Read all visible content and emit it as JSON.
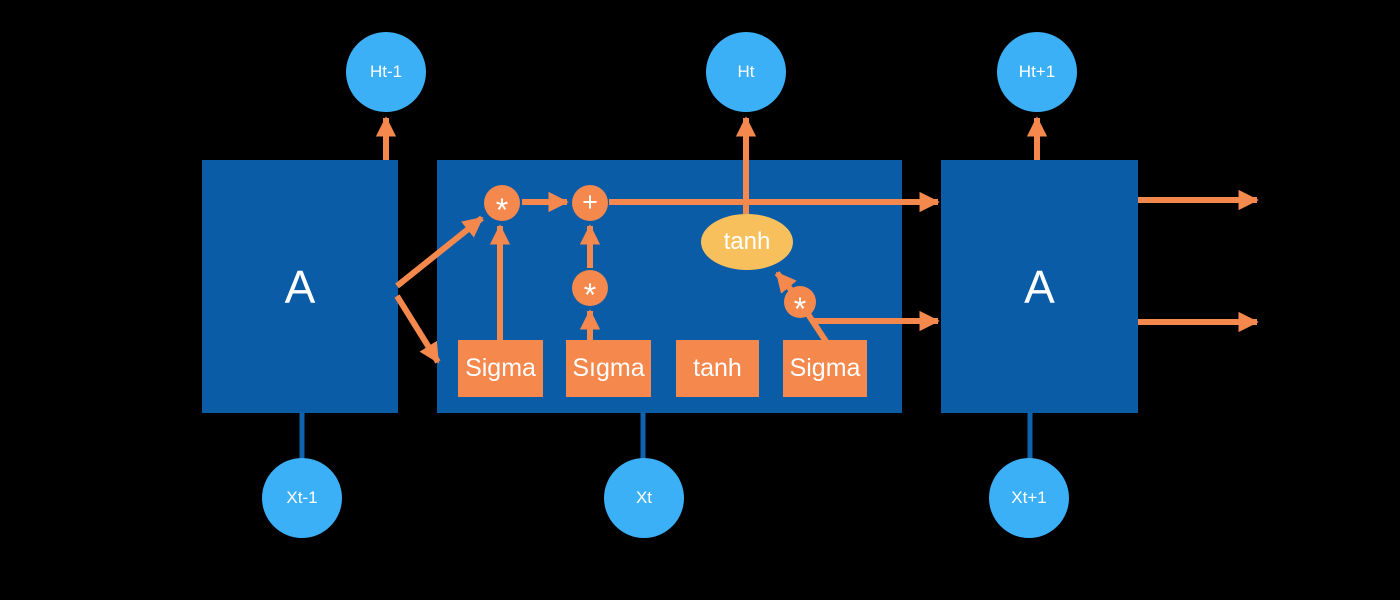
{
  "diagram_type": "LSTM recurrent cell diagram",
  "colors": {
    "background": "#000000",
    "block_blue": "#0A5CA6",
    "connector_blue": "#0D63AE",
    "accent_orange": "#F5884D",
    "activation_fill": "#F8C05C",
    "node_blue": "#3CB0F7",
    "text": "#FFFFFF"
  },
  "blocks": {
    "left": {
      "label": "A"
    },
    "right": {
      "label": "A"
    }
  },
  "hidden_state_nodes": [
    {
      "label": "Ht-1"
    },
    {
      "label": "Ht"
    },
    {
      "label": "Ht+1"
    }
  ],
  "input_nodes": [
    {
      "label": "Xt-1"
    },
    {
      "label": "Xt"
    },
    {
      "label": "Xt+1"
    }
  ],
  "gate_boxes": [
    {
      "label": "Sigma"
    },
    {
      "label": "Sıgma"
    },
    {
      "label": "tanh"
    },
    {
      "label": "Sigma"
    }
  ],
  "operators": [
    {
      "glyph": "*"
    },
    {
      "glyph": "+"
    },
    {
      "glyph": "*"
    },
    {
      "glyph": "*"
    }
  ],
  "activation_ellipse": {
    "label": "tanh"
  }
}
